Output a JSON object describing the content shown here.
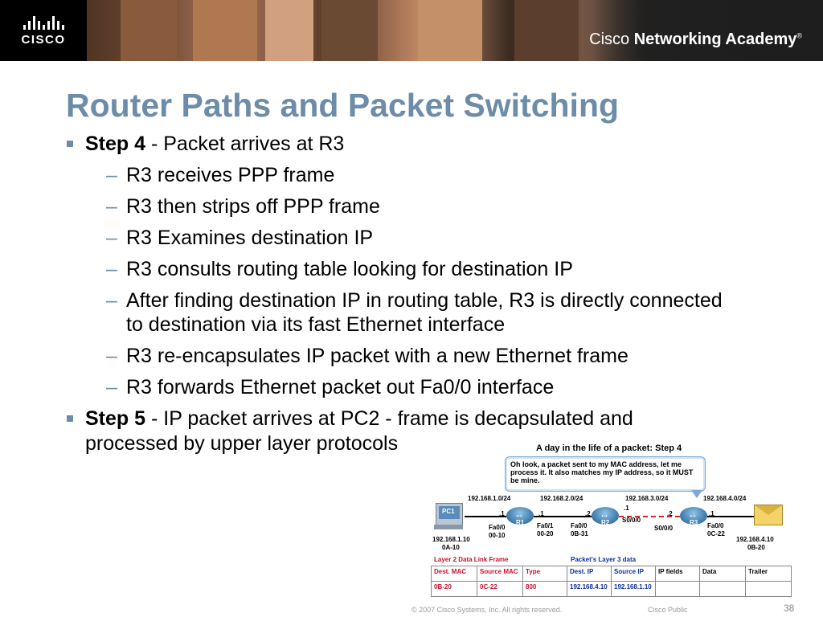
{
  "header": {
    "logo": "CISCO",
    "academy_prefix": "Cisco",
    "academy_main": "Networking Academy",
    "academy_mark": "®"
  },
  "title": "Router Paths and Packet Switching",
  "step4": {
    "bold": "Step 4",
    "rest": " - Packet arrives at R3",
    "subs": [
      "R3 receives PPP frame",
      "R3 then strips off PPP frame",
      "R3 Examines destination IP",
      "R3 consults routing table looking for destination IP",
      "After finding destination IP in routing table, R3 is directly connected to destination via its fast Ethernet interface",
      "R3 re-encapsulates IP packet with a new Ethernet frame",
      "R3 forwards Ethernet packet out Fa0/0 interface"
    ]
  },
  "step5": {
    "bold": "Step 5",
    "rest": " - IP packet arrives at PC2 - frame is decapsulated and processed by upper layer protocols"
  },
  "diagram": {
    "title": "A day in the life of a packet: Step 4",
    "bubble": "Oh look, a packet sent to my MAC address, let me process it. It also matches my IP address, so it MUST be mine.",
    "nets": [
      "192.168.1.0/24",
      "192.168.2.0/24",
      "192.168.3.0/24",
      "192.168.4.0/24"
    ],
    "pc1": "PC1",
    "pc1_ip": "192.168.1.10",
    "pc1_mac": "0A-10",
    "pc2_ip": "192.168.4.10",
    "pc2_mac": "0B-20",
    "r1": "R1",
    "r2": "R2",
    "r3": "R3",
    "labels": {
      "dot1a": ".1",
      "dot1b": ".1",
      "dot2a": ".2",
      "dot1c": ".1",
      "dot2b": ".2",
      "dot1d": ".1",
      "r1_fa00": "Fa0/0",
      "r1_fa00_mac": "00-10",
      "r1_fa01": "Fa0/1",
      "r1_fa01_mac": "00-20",
      "r2_fa00": "Fa0/0",
      "r2_fa00_mac": "0B-31",
      "r2_s000": "S0/0/0",
      "r3_s000": "S0/0/0",
      "r3_fa00": "Fa0/0",
      "r3_fa00_mac": "0C-22"
    },
    "layer2_label": "Layer 2 Data Link Frame",
    "layer3_label": "Packet's Layer 3 data",
    "table_headers": [
      "Dest. MAC",
      "Source MAC",
      "Type",
      "Dest. IP",
      "Source IP",
      "IP fields",
      "Data",
      "Trailer"
    ],
    "table_values": [
      "0B-20",
      "0C-22",
      "800",
      "192.168.4.10",
      "192.168.1.10",
      "",
      "",
      ""
    ],
    "colors": {
      "red": "#c8102e",
      "blue": "#0b2f9f",
      "title": "#6d8ca8"
    }
  },
  "footer": {
    "copyright": "© 2007 Cisco Systems, Inc. All rights reserved.",
    "classification": "Cisco Public",
    "page": "38"
  }
}
